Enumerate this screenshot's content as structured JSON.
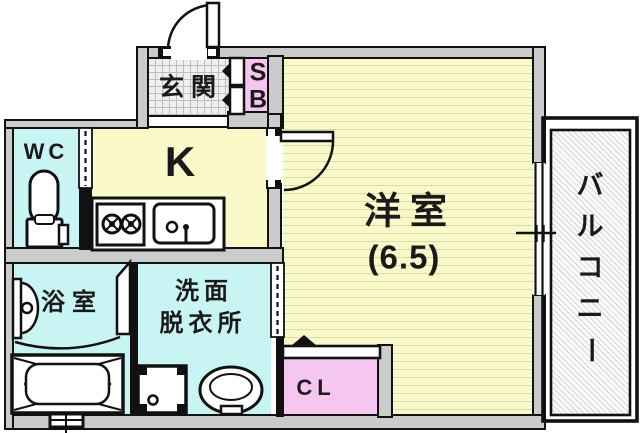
{
  "rooms": {
    "entrance": {
      "label": "玄関"
    },
    "shoe_box": {
      "letters": [
        "S",
        "B"
      ]
    },
    "toilet_room": {
      "label": "WC"
    },
    "kitchen": {
      "label": "K"
    },
    "western_room": {
      "label": "洋室",
      "size": "(6.5)"
    },
    "bathroom": {
      "label": "浴室"
    },
    "washroom": {
      "line1": "洗面",
      "line2": "脱衣所"
    },
    "closet": {
      "label": "CL"
    },
    "balcony": {
      "label": "バルコニー"
    }
  },
  "colors": {
    "room-yellow": "#faf9c9",
    "stripe-line": "#d8d8ae",
    "room-cyan": "#c9f4f4",
    "room-pink": "#f5c6f0",
    "wall-gray": "#cbcbcb",
    "tile-bg": "#efefef",
    "tile-line": "#bdbdbd",
    "hatch-line": "#d4d4d4",
    "line-black": "#111111"
  }
}
